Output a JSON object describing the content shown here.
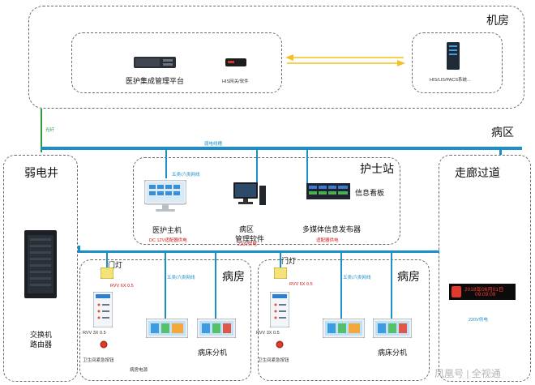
{
  "computer_room": {
    "title": "机房",
    "platform_label": "医护集成管理平台",
    "gateway_label": "HIS网关/软件",
    "his_label": "HIS/LIS/PACS系统..."
  },
  "fiber_label": "光纤",
  "ward_area_title": "病区",
  "weak_trunk_label": "弱电线槽",
  "weak_well": {
    "title": "弱电井",
    "switch_label_1": "交换机",
    "switch_label_2": "路由器"
  },
  "nurse_station": {
    "title": "护士站",
    "cable_label": "五类/六类网线",
    "host_label": "医护主机",
    "host_power": "DC 12V适配器供电",
    "software_label_1": "病区",
    "software_label_2": "管理软件",
    "software_power": "220V供电",
    "board_text": "信息看板",
    "media_label": "多媒体信息发布器",
    "media_power": "适配器供电"
  },
  "corridor": {
    "title": "走廊过道",
    "screen_date": "2018年06月01日",
    "screen_time": "09:09:09",
    "power_label": "220V供电"
  },
  "ward_rooms": [
    {
      "title": "病房",
      "door_light": "门灯",
      "rvv6": "RVV 6X 0.5",
      "rvv3": "RVV 3X 0.5",
      "cable": "五类/六类网线",
      "bathroom": "卫生间紧急按钮",
      "power": "病房电源",
      "bed_terminal": "病床分机"
    },
    {
      "title": "病房",
      "door_light": "门灯",
      "rvv6": "RVV 6X 0.5",
      "rvv3": "RVV 3X 0.5",
      "cable": "五类/六类网线",
      "bathroom": "卫生间紧急按钮",
      "bed_terminal": "病床分机"
    }
  ],
  "watermark": "凤凰号 | 全视通",
  "colors": {
    "cable": "#1a8fc9",
    "power_text": "#d21414",
    "fiber_text": "#2d9a3c"
  }
}
